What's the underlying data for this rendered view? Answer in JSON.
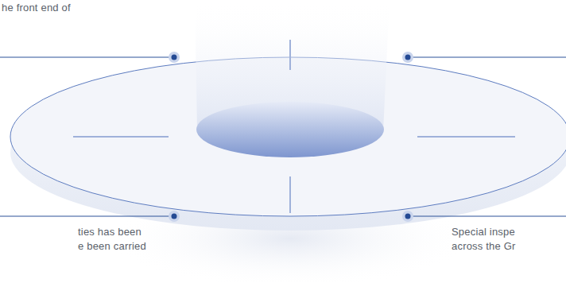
{
  "diagram": {
    "labels": [
      "he front end of",
      "ties has been e been carried",
      "Special inspe across the Gr"
    ]
  }
}
